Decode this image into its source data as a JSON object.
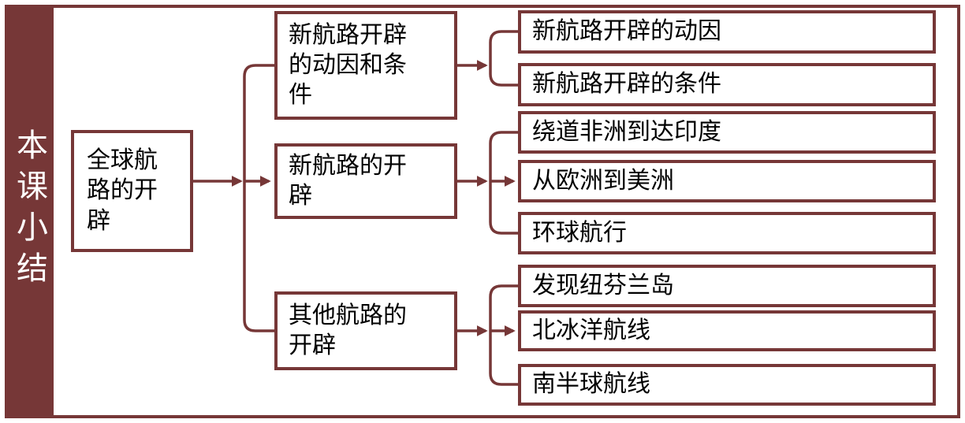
{
  "colors": {
    "accent": "#763737",
    "box_text": "#000000",
    "sidebar_text": "#FFFFFF",
    "background": "#FFFFFF"
  },
  "sidebar": {
    "label": "本课小结"
  },
  "diagram": {
    "root": {
      "label": "全球航路的开辟"
    },
    "branches": [
      {
        "label": "新航路开辟的动因和条件",
        "children": [
          "新航路开辟的动因",
          "新航路开辟的条件"
        ]
      },
      {
        "label": "新航路的开辟",
        "children": [
          "绕道非洲到达印度",
          "从欧洲到美洲",
          "环球航行"
        ]
      },
      {
        "label": "其他航路的开辟",
        "children": [
          "发现纽芬兰岛",
          "北冰洋航线",
          "南半球航线"
        ]
      }
    ]
  }
}
